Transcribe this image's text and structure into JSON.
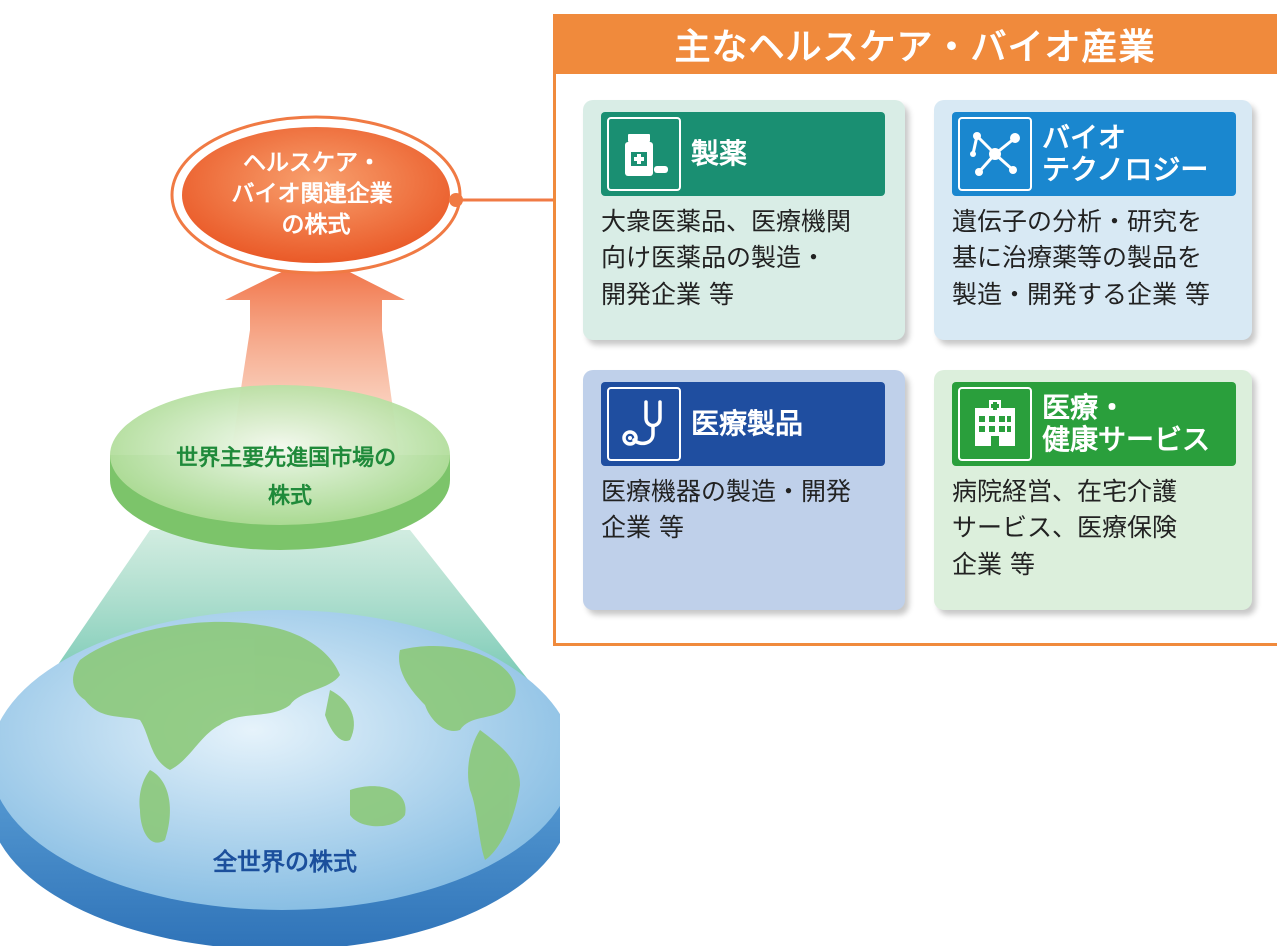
{
  "panel": {
    "title": "主なヘルスケア・バイオ産業"
  },
  "cards": [
    {
      "id": "pharma",
      "icon": "medicine-bottle-icon",
      "title_lines": [
        "製薬"
      ],
      "desc_lines": [
        "大衆医薬品、医療機関",
        "向け医薬品の製造・",
        "開発企業 等"
      ],
      "color": "#1a8f72"
    },
    {
      "id": "biotech",
      "icon": "molecule-icon",
      "title_lines": [
        "バイオ",
        "テクノロジー"
      ],
      "desc_lines": [
        "遺伝子の分析・研究を",
        "基に治療薬等の製品を",
        "製造・開発する企業 等"
      ],
      "color": "#1a87cf"
    },
    {
      "id": "device",
      "icon": "stethoscope-icon",
      "title_lines": [
        "医療製品"
      ],
      "desc_lines": [
        "医療機器の製造・開発",
        "企業 等"
      ],
      "color": "#1f4ea0"
    },
    {
      "id": "health",
      "icon": "hospital-icon",
      "title_lines": [
        "医療・",
        "健康サービス"
      ],
      "desc_lines": [
        "病院経営、在宅介護",
        "サービス、医療保険",
        "企業 等"
      ],
      "color": "#2a9f3c"
    }
  ],
  "pyramid": {
    "top_label": [
      "ヘルスケア・",
      "バイオ関連企業",
      "の株式"
    ],
    "middle_label": [
      "世界主要先進国市場の",
      "株式"
    ],
    "bottom_label": "全世界の株式"
  }
}
